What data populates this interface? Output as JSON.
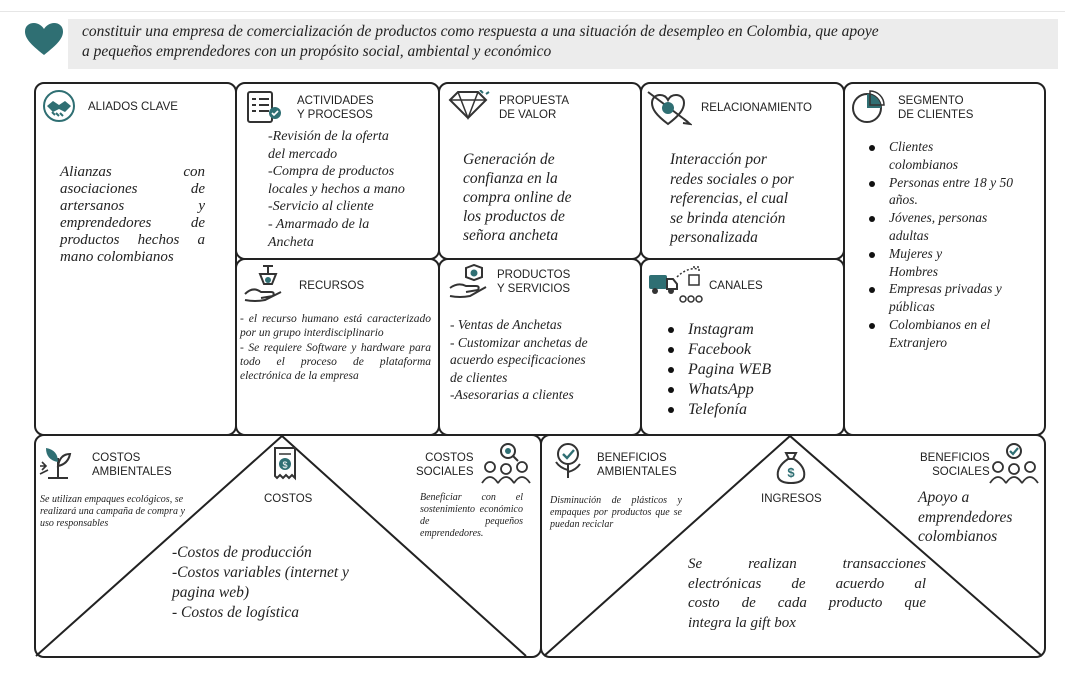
{
  "header": {
    "text_line1": "constituir una empresa de comercialización de productos como respuesta a una situación de desempleo en Colombia, que apoye",
    "text_line2": "a pequeños emprendedores con un propósito social, ambiental y económico"
  },
  "colors": {
    "accent": "#2f6f73",
    "border": "#222222",
    "header_bg": "#ececec"
  },
  "blocks": {
    "aliados": {
      "title": "ALIADOS CLAVE",
      "icon": "handshake-icon",
      "text": "Alianzas con asociaciones de artersanos y emprendedores de productos hechos a mano colombianos"
    },
    "actividades": {
      "title_line1": "ACTIVIDADES",
      "title_line2": "Y PROCESOS",
      "icon": "checklist-icon",
      "lines": [
        "-Revisión de la oferta",
        "del mercado",
        "-Compra de productos",
        "locales y hechos a mano",
        "-Servicio al cliente",
        " - Amarmado de la",
        "Ancheta"
      ]
    },
    "propuesta": {
      "title_line1": "PROPUESTA",
      "title_line2": "DE VALOR",
      "icon": "diamond-icon",
      "lines": [
        "Generación de",
        "confianza en la",
        "compra online de",
        "los productos de",
        "señora ancheta"
      ]
    },
    "relacionamiento": {
      "title": "RELACIONAMIENTO",
      "icon": "heart-arrow-icon",
      "lines": [
        "Interacción por",
        "redes sociales o por",
        "referencias, el cual",
        "se brinda atención",
        "personalizada"
      ]
    },
    "segmento": {
      "title_line1": "SEGMENTO",
      "title_line2": "DE CLIENTES",
      "icon": "pie-chart-icon",
      "items": [
        "Clientes colombianos",
        "Personas entre 18 y 50 años.",
        "Jóvenes, personas adultas",
        "Mujeres y Hombres",
        "Empresas privadas y públicas",
        "Colombianos en el Extranjero"
      ]
    },
    "recursos": {
      "title": "RECURSOS",
      "icon": "resources-icon",
      "text1": "- el recurso humano está caracterizado por un grupo interdisciplinario",
      "text2": "- Se requiere Software y hardware para todo el proceso de plataforma electrónica de la empresa"
    },
    "productos": {
      "title_line1": "PRODUCTOS",
      "title_line2": "Y SERVICIOS",
      "icon": "hand-box-icon",
      "lines": [
        "- Ventas de Anchetas",
        "- Customizar anchetas de",
        "acuerdo especificaciones",
        "de clientes",
        "-Asesorarias a clientes"
      ]
    },
    "canales": {
      "title": "CANALES",
      "icon": "delivery-truck-icon",
      "items": [
        "Instagram",
        "Facebook",
        "Pagina WEB",
        "WhatsApp",
        "Telefonía"
      ]
    },
    "costos_ambientales": {
      "title_line1": "COSTOS",
      "title_line2": "AMBIENTALES",
      "icon": "plant-icon",
      "text": "Se utilizan empaques ecológicos, se realizará una campaña de compra y uso responsables"
    },
    "costos": {
      "title": "COSTOS",
      "icon": "receipt-icon",
      "lines": [
        "-Costos de producción",
        "-Costos variables (internet y",
        "pagina web)",
        " - Costos de logística"
      ]
    },
    "costos_sociales": {
      "title_line1": "COSTOS",
      "title_line2": "SOCIALES",
      "icon": "people-search-icon",
      "text": "Beneficiar con el sostenimiento económico de pequeños emprendedores."
    },
    "beneficios_ambientales": {
      "title_line1": "BENEFICIOS",
      "title_line2": "AMBIENTALES",
      "icon": "plant-check-icon",
      "text": "Disminución de plásticos y empaques por productos que se puedan reciclar"
    },
    "ingresos": {
      "title": "INGRESOS",
      "icon": "money-bag-icon",
      "lines": [
        "Se realizan transacciones",
        "electrónicas de acuerdo al",
        "costo de cada producto que",
        "integra la gift box"
      ]
    },
    "beneficios_sociales": {
      "title_line1": "BENEFICIOS",
      "title_line2": "SOCIALES",
      "icon": "people-check-icon",
      "lines": [
        "Apoyo a",
        "emprendedores",
        "colombianos"
      ]
    }
  }
}
